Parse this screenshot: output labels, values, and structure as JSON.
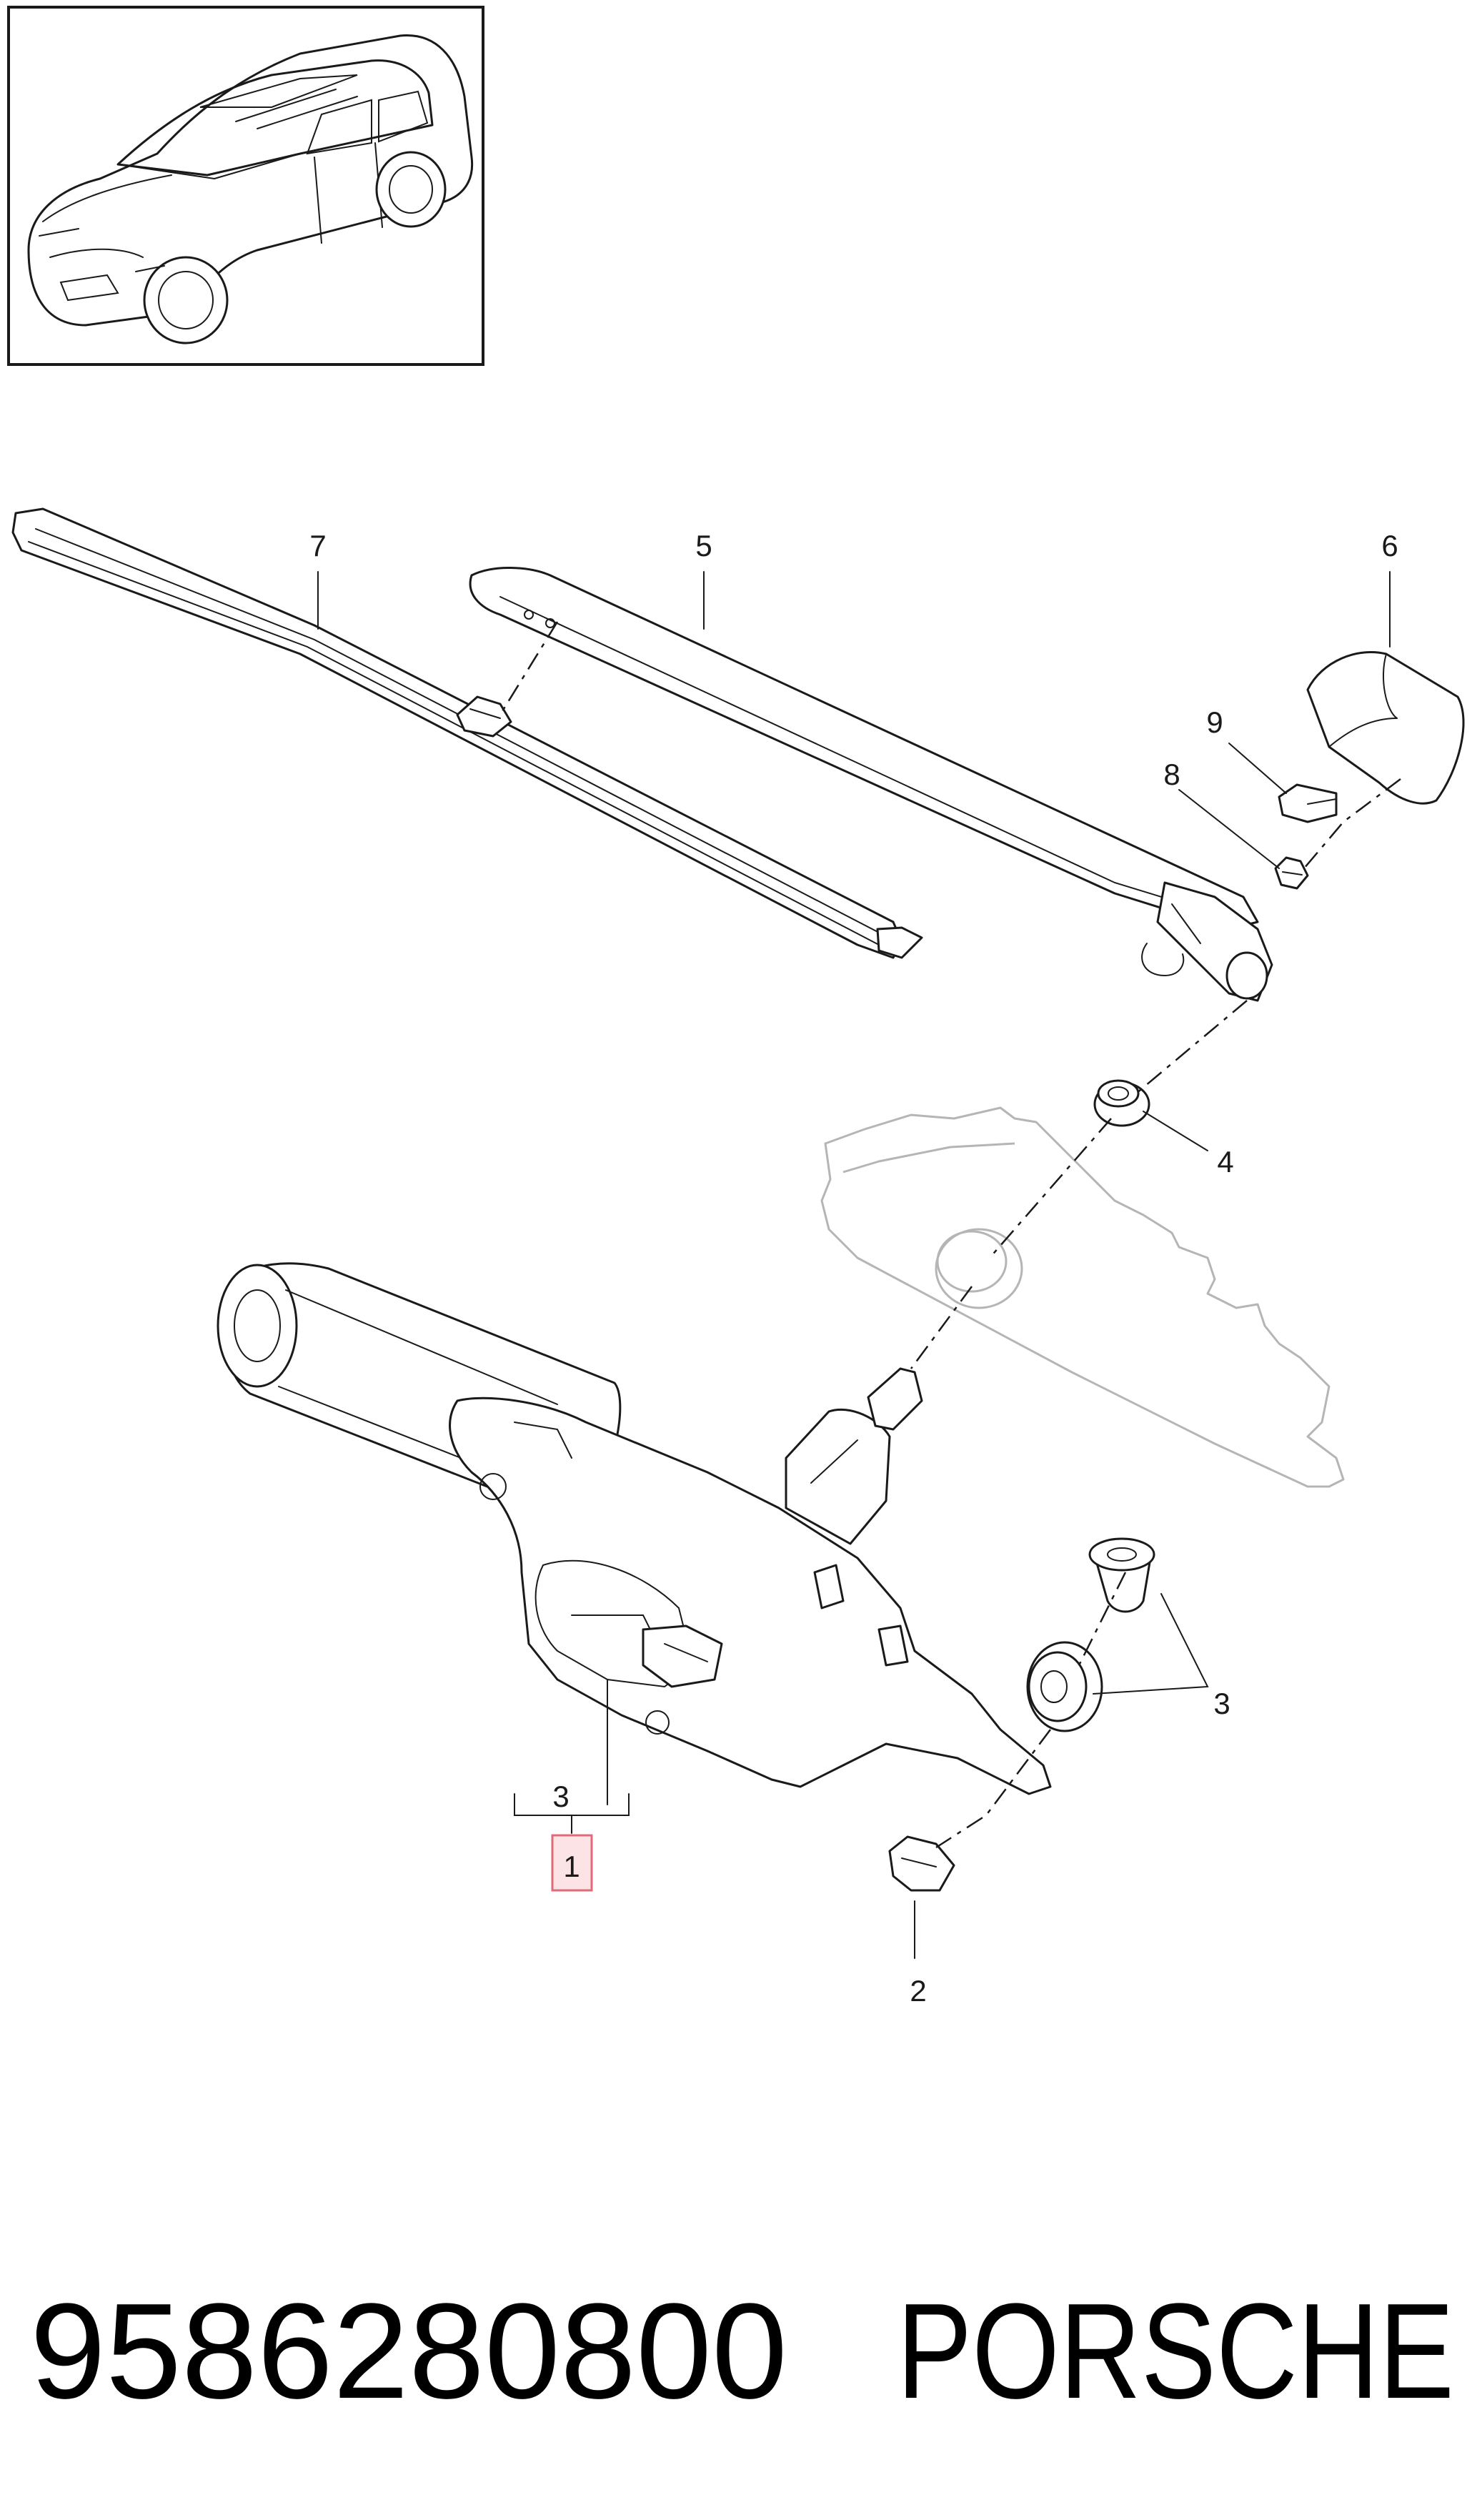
{
  "callouts": {
    "c1": "1",
    "c2": "2",
    "c3_motor": "3",
    "c3_grommets": "3",
    "c4": "4",
    "c5": "5",
    "c6": "6",
    "c7": "7",
    "c8": "8",
    "c9": "9"
  },
  "footer": {
    "part_number": "9586280800",
    "brand": "PORSCHE"
  },
  "colors": {
    "line": "#1a1a1a",
    "ghost_panel": "#b5b5b5",
    "highlight_border": "#e06a78",
    "highlight_fill": "#fbe3e6"
  }
}
